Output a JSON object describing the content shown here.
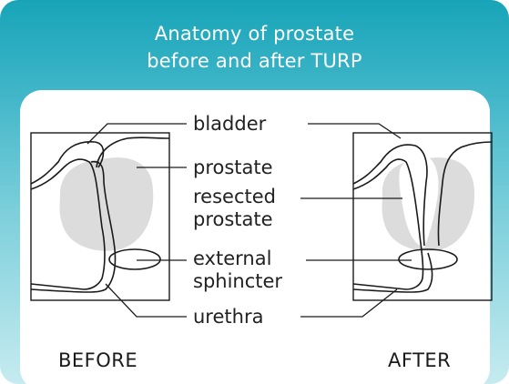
{
  "title": {
    "line1": "Anatomy of prostate",
    "line2": "before and after TURP"
  },
  "labels": {
    "bladder": "bladder",
    "prostate": "prostate",
    "resected_line1": "resected",
    "resected_line2": "prostate",
    "sphincter_line1": "external",
    "sphincter_line2": "sphincter",
    "urethra": "urethra"
  },
  "captions": {
    "before": "BEFORE",
    "after": "AFTER"
  },
  "colors": {
    "header_teal": "#18a4b8",
    "prostate_gray": "#dcdcdc",
    "outline": "#1a1a1a"
  }
}
